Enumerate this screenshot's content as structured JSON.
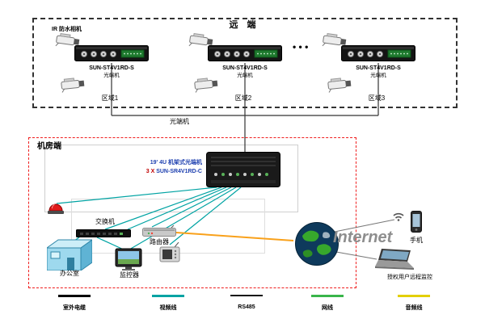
{
  "diagram": {
    "remote": {
      "title": "远 端",
      "ir_camera_label": "IR 防水相机",
      "ellipsis": "• • •",
      "zones": [
        {
          "model": "SUN-ST4V1RD-S",
          "type": "光端机",
          "name": "区域1"
        },
        {
          "model": "SUN-ST4V1RD-S",
          "type": "光端机",
          "name": "区域2"
        },
        {
          "model": "SUN-ST4V1RD-S",
          "type": "光端机",
          "name": "区域3"
        }
      ]
    },
    "link_label": "光端机",
    "room": {
      "title": "机房端",
      "rack_line1": "19' 4U 机架式光端机",
      "rack_line2_prefix": "3 X",
      "rack_line2_model": "SUN-SR4V1RD-C",
      "switch_label": "交换机",
      "router_label": "路由器",
      "office_label": "办公室",
      "monitor_label": "监控器"
    },
    "internet": {
      "label": "Internet",
      "phone_label": "手机",
      "remote_user_label": "授权用户远程监控"
    },
    "legend": {
      "items": [
        {
          "label": "室外电缆",
          "color": "#000000"
        },
        {
          "label": "视频线",
          "color": "#00a3a3"
        },
        {
          "label": "RS485",
          "color": "#111111"
        },
        {
          "label": "网线",
          "color": "#39b54a"
        },
        {
          "label": "音频线",
          "color": "#e3cf00"
        }
      ]
    }
  }
}
